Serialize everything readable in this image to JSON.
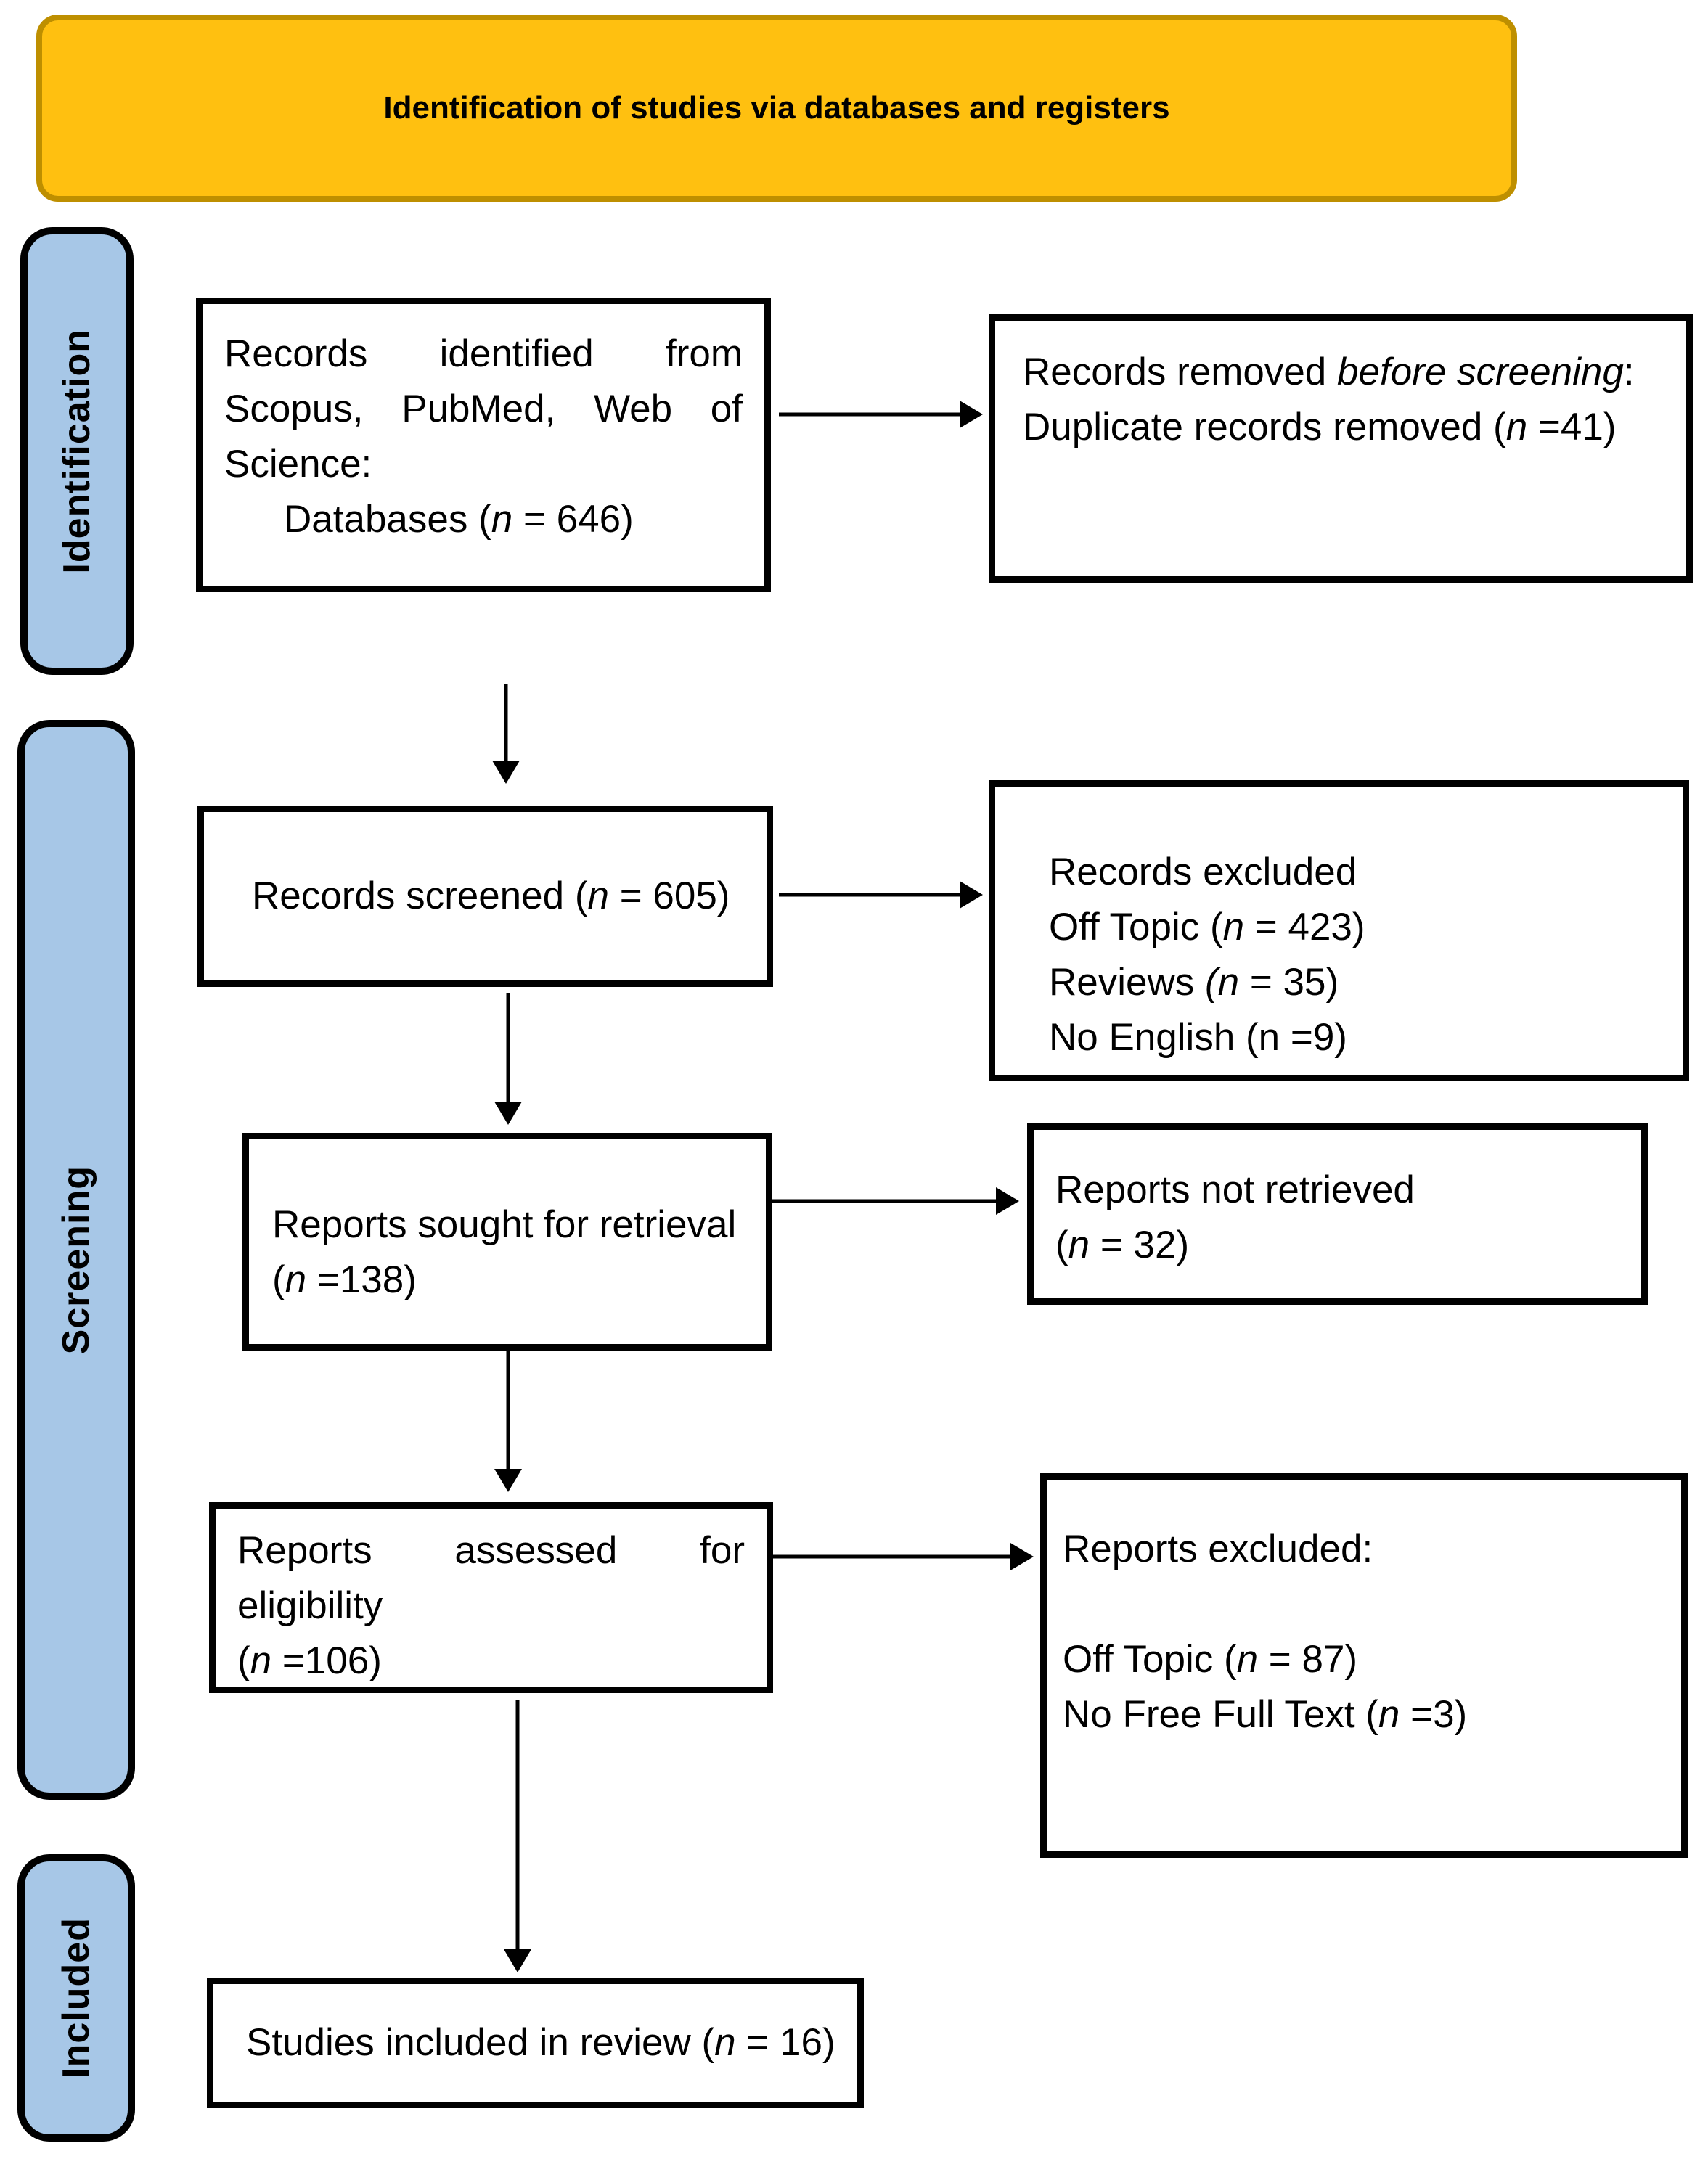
{
  "banner": {
    "title": "Identification of studies via databases and registers"
  },
  "stages": {
    "identification": "Identification",
    "screening": "Screening",
    "included": "Included"
  },
  "colors": {
    "banner_fill": "#FFC010",
    "banner_border": "#BE8F00",
    "stage_fill": "#A7C7E7",
    "box_border": "#000000",
    "arrow": "#000000"
  },
  "boxes": {
    "records_identified": {
      "lines": [
        {
          "justify": true,
          "runs": [
            [
              "Records",
              0
            ],
            [
              "identified",
              0
            ],
            [
              "from",
              0
            ]
          ]
        },
        {
          "justify": true,
          "runs": [
            [
              "Scopus,",
              0
            ],
            [
              "PubMed,",
              0
            ],
            [
              "Web",
              0
            ],
            [
              "of",
              0
            ]
          ]
        },
        {
          "runs": [
            [
              "Science:",
              0
            ]
          ]
        },
        {
          "indent": true,
          "runs": [
            [
              "Databases (",
              0
            ],
            [
              "n",
              1
            ],
            [
              " = 646)",
              0
            ]
          ]
        }
      ]
    },
    "records_removed": {
      "lines": [
        {
          "runs": [
            [
              "Records removed ",
              0
            ],
            [
              "before screening",
              1
            ],
            [
              ":",
              0
            ]
          ]
        },
        {
          "runs": [
            [
              "Duplicate records removed (",
              0
            ],
            [
              "n",
              1
            ],
            [
              " =41)",
              0
            ]
          ]
        }
      ]
    },
    "records_screened": {
      "lines": [
        {
          "runs": [
            [
              "Records screened (",
              0
            ],
            [
              "n",
              1
            ],
            [
              " = 605)",
              0
            ]
          ]
        }
      ]
    },
    "records_excluded": {
      "lines": [
        {
          "runs": [
            [
              "Records excluded",
              0
            ]
          ]
        },
        {
          "runs": [
            [
              "Off Topic (",
              0
            ],
            [
              "n",
              1
            ],
            [
              " = 423)",
              0
            ]
          ]
        },
        {
          "runs": [
            [
              "Reviews ",
              0
            ],
            [
              "(n",
              1
            ],
            [
              " = 35)",
              0
            ]
          ]
        },
        {
          "runs": [
            [
              "No English (n =9)",
              0
            ]
          ]
        }
      ]
    },
    "reports_sought": {
      "lines": [
        {
          "runs": [
            [
              "Reports sought for retrieval",
              0
            ]
          ]
        },
        {
          "runs": [
            [
              "(",
              0
            ],
            [
              "n",
              1
            ],
            [
              " =138)",
              0
            ]
          ]
        }
      ]
    },
    "reports_not_retrieved": {
      "lines": [
        {
          "runs": [
            [
              "Reports not retrieved",
              0
            ]
          ]
        },
        {
          "runs": [
            [
              "(",
              0
            ],
            [
              "n",
              1
            ],
            [
              " = 32)",
              0
            ]
          ]
        }
      ]
    },
    "reports_assessed": {
      "lines": [
        {
          "justify": true,
          "runs": [
            [
              "Reports",
              0
            ],
            [
              "assessed",
              0
            ],
            [
              "for",
              0
            ]
          ]
        },
        {
          "runs": [
            [
              "eligibility",
              0
            ]
          ]
        },
        {
          "runs": [
            [
              "(",
              0
            ],
            [
              "n",
              1
            ],
            [
              " =106)",
              0
            ]
          ]
        }
      ]
    },
    "reports_excluded": {
      "lines": [
        {
          "runs": [
            [
              "Reports excluded:",
              0
            ]
          ]
        },
        {
          "runs": [
            [
              "",
              0
            ]
          ]
        },
        {
          "runs": [
            [
              "Off Topic (",
              0
            ],
            [
              "n",
              1
            ],
            [
              " = 87)",
              0
            ]
          ]
        },
        {
          "runs": [
            [
              "No Free Full Text (",
              0
            ],
            [
              "n",
              1
            ],
            [
              " =3)",
              0
            ]
          ]
        }
      ]
    },
    "studies_included": {
      "lines": [
        {
          "runs": [
            [
              "Studies included in review (",
              0
            ],
            [
              "n",
              1
            ],
            [
              " = 16)",
              0
            ]
          ]
        }
      ]
    }
  }
}
